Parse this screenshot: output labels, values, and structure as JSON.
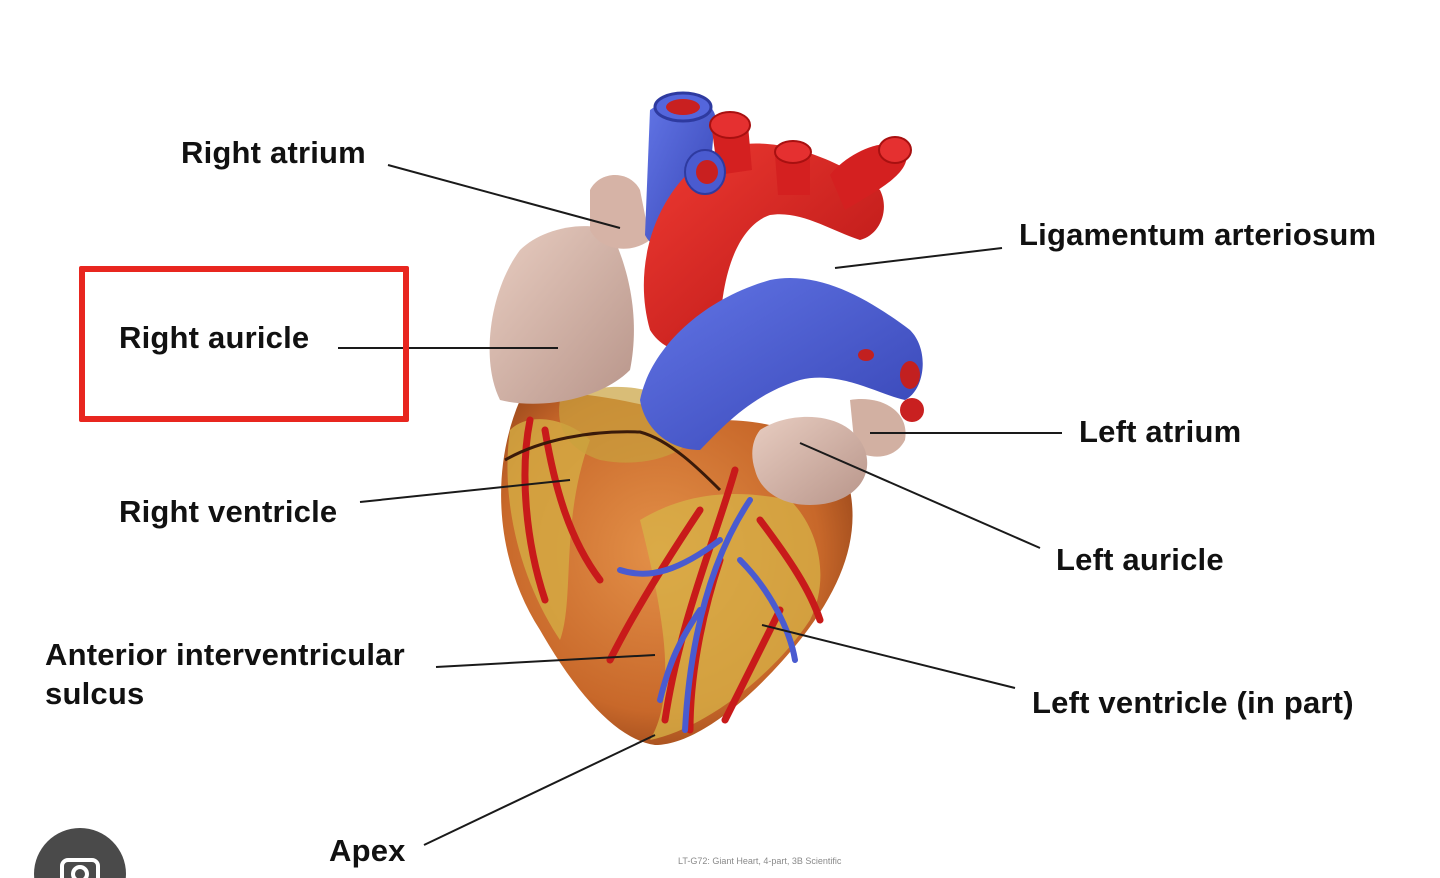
{
  "labels": {
    "right_atrium": "Right atrium",
    "right_auricle": "Right auricle",
    "right_ventricle": "Right ventricle",
    "anterior_sulcus_line1": "Anterior interventricular",
    "anterior_sulcus_line2": "sulcus",
    "apex": "Apex",
    "ligamentum": "Ligamentum arteriosum",
    "left_atrium": "Left atrium",
    "left_auricle": "Left auricle",
    "left_ventricle": "Left ventricle (in part)"
  },
  "credit": "LT-G72: Giant Heart, 4-part, 3B Scientific",
  "highlight": {
    "target": "right_auricle",
    "color": "#e8261f"
  },
  "colors": {
    "vein_blue": "#4a5fd6",
    "artery_red": "#d71f1f",
    "atrium_pink": "#d9b6a8",
    "ventricle_orange": "#d97a32",
    "fat_yellow": "#d9b44a",
    "leader_line": "#1a1a1a"
  },
  "icons": {
    "lens_badge": "camera-search-icon"
  }
}
